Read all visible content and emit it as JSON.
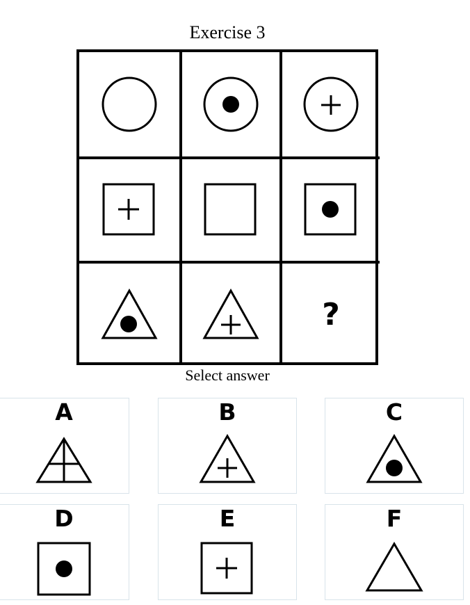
{
  "title": "Exercise 3",
  "grid": {
    "question_mark": "?",
    "cells": [
      {
        "shape": "circle",
        "mark": "none"
      },
      {
        "shape": "circle",
        "mark": "dot"
      },
      {
        "shape": "circle",
        "mark": "plus"
      },
      {
        "shape": "square",
        "mark": "plus"
      },
      {
        "shape": "square",
        "mark": "none"
      },
      {
        "shape": "square",
        "mark": "dot"
      },
      {
        "shape": "triangle",
        "mark": "dot"
      },
      {
        "shape": "triangle",
        "mark": "plus"
      },
      {
        "shape": "unknown",
        "mark": "question"
      }
    ]
  },
  "prompt": "Select answer",
  "options": [
    {
      "letter": "A",
      "shape": "triangle",
      "mark": "large-cross"
    },
    {
      "letter": "B",
      "shape": "triangle",
      "mark": "plus"
    },
    {
      "letter": "C",
      "shape": "triangle",
      "mark": "dot"
    },
    {
      "letter": "D",
      "shape": "square",
      "mark": "dot"
    },
    {
      "letter": "E",
      "shape": "square",
      "mark": "plus"
    },
    {
      "letter": "F",
      "shape": "triangle",
      "mark": "none"
    }
  ]
}
